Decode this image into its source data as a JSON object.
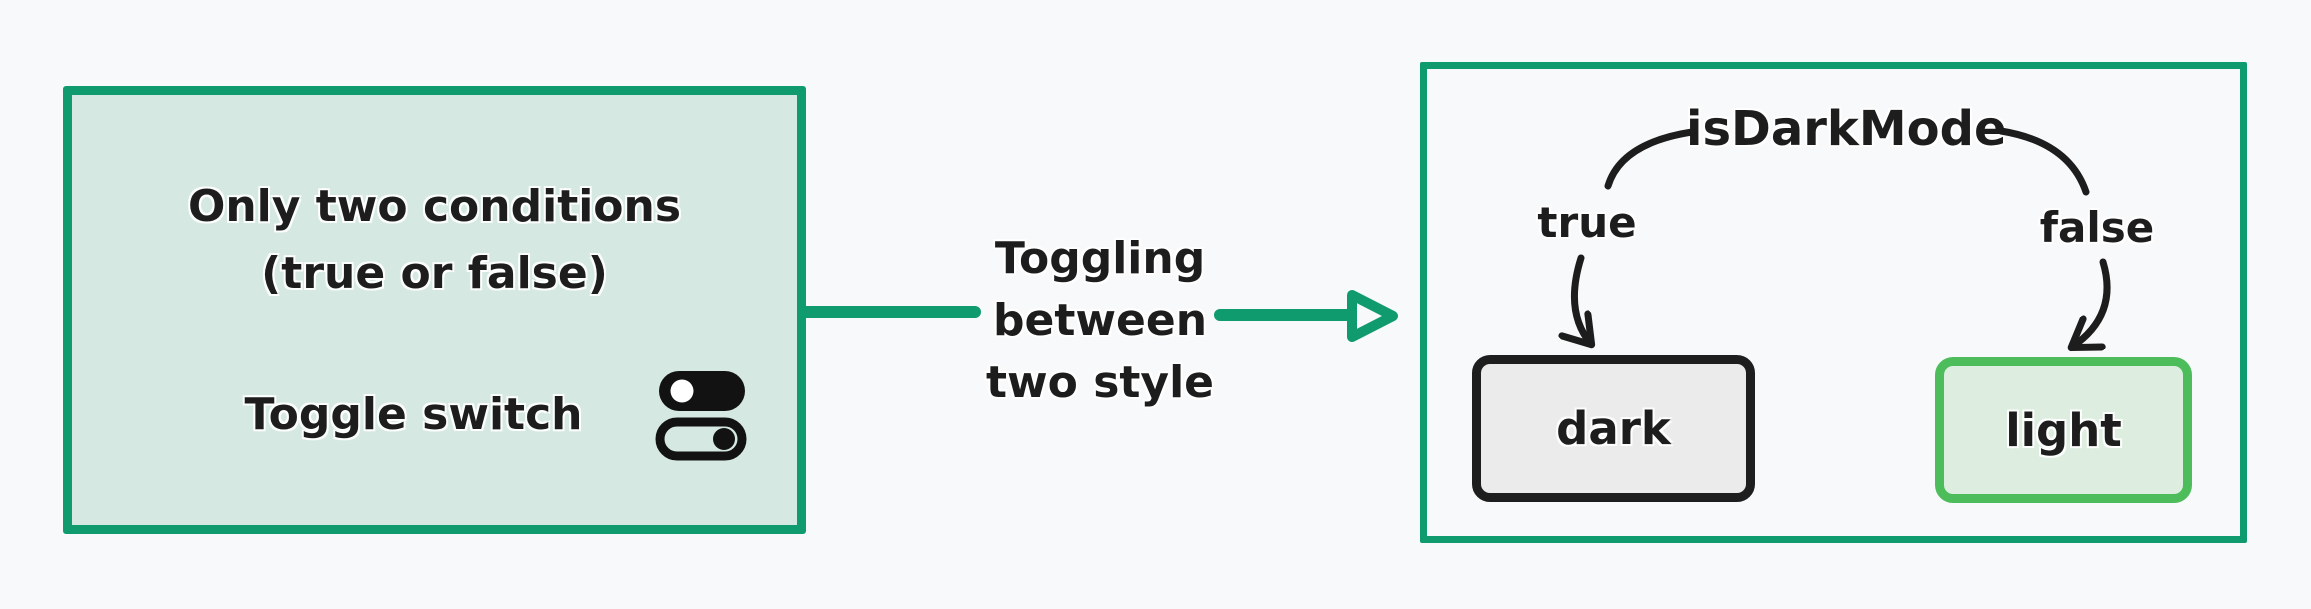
{
  "left_panel": {
    "title_line1": "Only two conditions",
    "title_line2": "(true or false)",
    "toggle_label": "Toggle switch",
    "toggle_icon": "double-toggle-switch-icon"
  },
  "connector": {
    "lines": [
      "Toggling",
      "between",
      "two style"
    ]
  },
  "right_panel": {
    "variable_label": "isDarkMode",
    "true_label": "true",
    "false_label": "false",
    "dark_box": {
      "label": "dark",
      "fill": "#ebebeb",
      "border": "#1e1e1e"
    },
    "light_box": {
      "label": "light",
      "fill": "#ddeee0",
      "border": "#4dbd5c"
    }
  },
  "colors": {
    "background": "#f8f9fa",
    "primary_green": "#0f9b6d",
    "mint_fill": "#d5e8e2",
    "ink": "#1d1d1d"
  }
}
